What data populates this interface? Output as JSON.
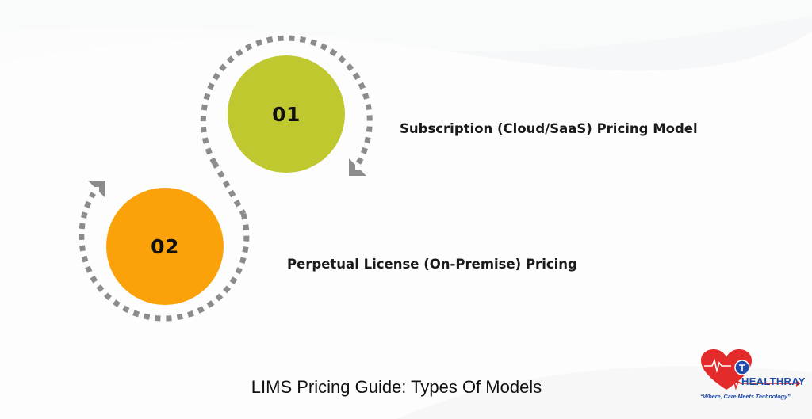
{
  "diagram": {
    "title": "LIMS Pricing Guide: Types Of Models",
    "steps": [
      {
        "number": "01",
        "label": "Subscription (Cloud/SaaS) Pricing Model",
        "color": "#bfc92f"
      },
      {
        "number": "02",
        "label": "Perpetual License (On-Premise) Pricing",
        "color": "#fba10a"
      }
    ],
    "connector_color": "#8c8c8c",
    "background_color": "#fdfdfd"
  },
  "logo": {
    "name": "HEALTHRAY",
    "tagline": "“Where, Care Meets Technology”",
    "heart_color": "#e32b2b",
    "brand_color": "#1f4aa8"
  }
}
